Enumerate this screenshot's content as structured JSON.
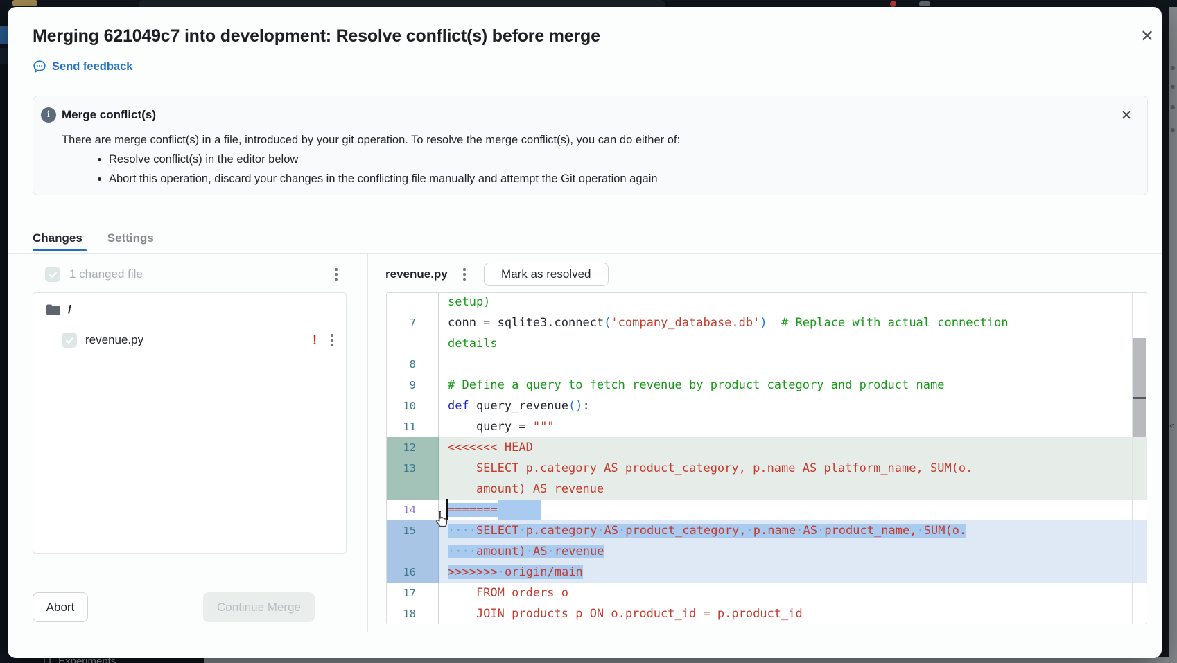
{
  "chrome": {
    "experiments_label": "Experiments"
  },
  "dialog": {
    "title": "Merging 621049c7 into development: Resolve conflict(s) before merge",
    "close_glyph": "✕",
    "feedback_link": "Send feedback",
    "alert": {
      "title": "Merge conflict(s)",
      "info_glyph": "i",
      "body": "There are merge conflict(s) in a file, introduced by your git operation. To resolve the merge conflict(s), you can do either of:",
      "bullets": [
        "Resolve conflict(s) in the editor below",
        "Abort this operation, discard your changes in the conflicting file manually and attempt the Git operation again"
      ]
    },
    "tabs": [
      {
        "label": "Changes",
        "active": true
      },
      {
        "label": "Settings",
        "active": false
      }
    ],
    "files_panel": {
      "summary": "1 changed file",
      "folder_label": "/",
      "file_name": "revenue.py",
      "conflict_marker": "!"
    },
    "actions": {
      "abort": "Abort",
      "continue": "Continue Merge"
    },
    "editor": {
      "filename": "revenue.py",
      "resolve_button": "Mark as resolved",
      "rows": [
        {
          "n": "",
          "b": "",
          "segs": [
            {
              "t": "setup)",
              "c": "com"
            }
          ]
        },
        {
          "n": "7",
          "b": "",
          "segs": [
            {
              "t": "conn = sqlite3.connect",
              "c": "pl"
            },
            {
              "t": "(",
              "c": "par"
            },
            {
              "t": "'company_database.db'",
              "c": "str"
            },
            {
              "t": ")",
              "c": "par"
            },
            {
              "t": "  ",
              "c": "pl"
            },
            {
              "t": "# Replace with actual connection",
              "c": "com"
            }
          ]
        },
        {
          "n": "",
          "b": "",
          "segs": [
            {
              "t": "details",
              "c": "com"
            }
          ]
        },
        {
          "n": "8",
          "b": "",
          "segs": []
        },
        {
          "n": "9",
          "b": "",
          "segs": [
            {
              "t": "# Define a query to fetch revenue by product category and product name",
              "c": "com"
            }
          ]
        },
        {
          "n": "10",
          "b": "",
          "segs": [
            {
              "t": "def",
              "c": "kw"
            },
            {
              "t": " query_revenue",
              "c": "pl"
            },
            {
              "t": "()",
              "c": "par"
            },
            {
              "t": ":",
              "c": "pl"
            }
          ]
        },
        {
          "n": "11",
          "b": "",
          "guide": true,
          "segs": [
            {
              "t": "    query = ",
              "c": "pl"
            },
            {
              "t": "\"\"\"",
              "c": "str"
            }
          ]
        },
        {
          "n": "12",
          "b": "head",
          "segs": [
            {
              "t": "<<<<<<< HEAD",
              "c": "str"
            }
          ]
        },
        {
          "n": "13",
          "b": "head",
          "segs": [
            {
              "t": "    SELECT p.category AS product_category, p.name AS platform_name, SUM(o.",
              "c": "str"
            }
          ]
        },
        {
          "n": "",
          "b": "head",
          "segs": [
            {
              "t": "    amount) AS revenue",
              "c": "str"
            }
          ]
        },
        {
          "n": "14",
          "b": "",
          "cur": true,
          "caret": true,
          "tail": true,
          "segs": [
            {
              "t": "=======",
              "c": "str",
              "sel": true
            }
          ]
        },
        {
          "n": "15",
          "b": "inc",
          "segs": [
            {
              "t": "    SELECT p.category AS product_category, p.name AS product_name, SUM(o.",
              "c": "str",
              "sel": true
            }
          ]
        },
        {
          "n": "",
          "b": "inc",
          "segs": [
            {
              "t": "    amount) AS revenue",
              "c": "str",
              "sel": true
            }
          ]
        },
        {
          "n": "16",
          "b": "inc",
          "segs": [
            {
              "t": ">>>>>>> origin/main",
              "c": "str",
              "sel": true
            }
          ]
        },
        {
          "n": "17",
          "b": "",
          "segs": [
            {
              "t": "    FROM orders o",
              "c": "str"
            }
          ]
        },
        {
          "n": "18",
          "b": "",
          "segs": [
            {
              "t": "    JOIN products p ON o.product_id = p.product_id",
              "c": "str"
            }
          ]
        }
      ]
    }
  },
  "colors": {
    "accent_blue": "#2070c0",
    "link_blue": "#2472c8",
    "conflict_head_bg": "#e6ede9",
    "conflict_head_gutter": "#a3c3b9",
    "conflict_incoming_bg": "#dfe9f5",
    "conflict_incoming_gutter": "#a8c5e6",
    "selection_blue": "#a9cbf0",
    "code_string_red": "#c53b2e",
    "code_comment_green": "#189a18",
    "code_keyword_blue": "#2222cc",
    "line_number": "#3f7991",
    "current_line_number": "#8f75d6",
    "warning_red": "#d12b23"
  }
}
